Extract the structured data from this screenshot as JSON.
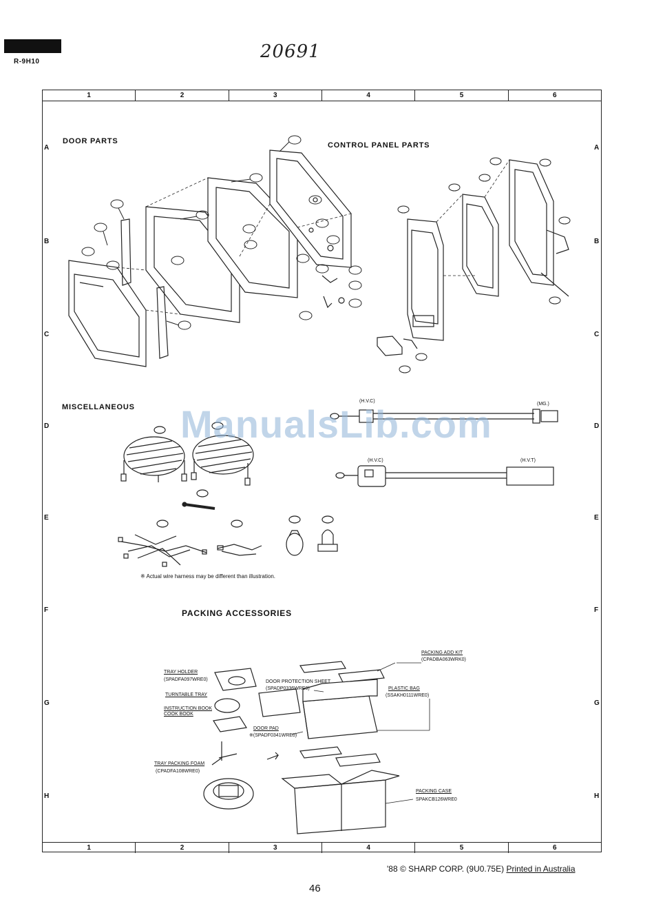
{
  "header": {
    "model": "R-9H10",
    "handwritten_note": "20691"
  },
  "grid": {
    "columns": [
      "1",
      "2",
      "3",
      "4",
      "5",
      "6"
    ],
    "rows": [
      "A",
      "B",
      "C",
      "D",
      "E",
      "F",
      "G",
      "H"
    ]
  },
  "sections": {
    "door_parts": "DOOR PARTS",
    "control_panel_parts": "CONTROL PANEL PARTS",
    "miscellaneous": "MISCELLANEOUS",
    "packing_accessories": "PACKING ACCESSORIES"
  },
  "misc": {
    "hv_c_1": "(H.V.C)",
    "mg": "(MG.)",
    "hv_c_2": "(H.V.C)",
    "hv_t": "(H.V.T)",
    "harness_note": "※ Actual wire harness may be different than illustration."
  },
  "packing": {
    "packing_add_kit": "PACKING ADD KIT",
    "packing_add_kit_code": "(CPADBA063WRK0)",
    "tray_holder": "TRAY HOLDER",
    "tray_holder_code": "(SPADFA097WRE0)",
    "door_protection_sheet": "DOOR PROTECTION SHEET",
    "door_protection_sheet_code": "(SPADP0336WRE0)",
    "plastic_bag": "PLASTIC BAG",
    "plastic_bag_code": "(SSAKH0111WRE0)",
    "turntable_tray": "TURNTABLE TRAY",
    "instruction_book": "INSTRUCTION BOOK",
    "cook_book": "COOK BOOK",
    "door_pad": "DOOR PAD",
    "door_pad_code": "※(SPADF0341WRE0)",
    "tray_packing_foam": "TRAY PACKING FOAM",
    "tray_packing_foam_code": "(CPADFA108WRE0)",
    "packing_case": "PACKING CASE",
    "packing_case_code": "SPAKCB126WRE0"
  },
  "watermark": "ManualsLib.com",
  "footer": {
    "copyright": "'88 © SHARP CORP. (9U0.75E)",
    "printed": "Printed in Australia",
    "page_number": "46"
  }
}
